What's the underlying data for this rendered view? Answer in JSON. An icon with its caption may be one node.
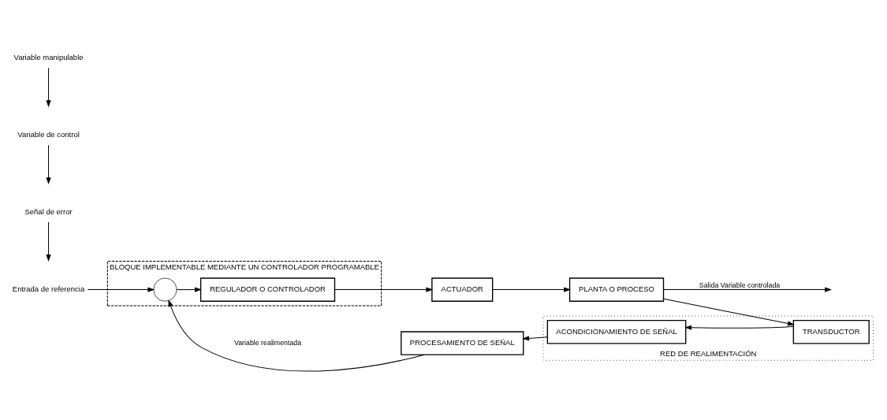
{
  "diagram": {
    "nodes": [
      {
        "text": [
          "BLOQUE IMPLEMENTABLE MEDIANTE UN CONTROLADOR PROGRAMABLE"
        ]
      },
      {
        "text": [
          "RED DE REALIMENTACIÓN"
        ]
      },
      {
        "text": [
          "Entrada de referencia"
        ]
      },
      {
        "text": [],
        "shape": "circle",
        "in": 0
      },
      {
        "text": [
          "REGULADOR O CONTROLADOR"
        ],
        "in": 0
      },
      {
        "text": [
          "ACTUADOR"
        ]
      },
      {
        "text": [
          "PLANTA O PROCESO"
        ]
      },
      {
        "text": [
          "TRANSDUCTOR"
        ],
        "in": 1
      },
      {
        "text": [
          "ACONDICIONAMIENTO DE SEÑAL"
        ],
        "in": 1
      },
      {
        "text": [
          "PROCESAMIENTO DE SEÑAL"
        ]
      },
      {
        "text": [
          "Señal de error"
        ]
      },
      {
        "text": [
          "Variable de control"
        ]
      },
      {
        "text": [
          "Variable manipulable"
        ]
      }
    ],
    "edges": [
      {
        "from": 2,
        "to": 3,
        "arrow": "to"
      },
      {
        "from": 3,
        "to": 4,
        "arrow": "to"
      },
      {
        "from": 4,
        "to": 5,
        "arrow": "to"
      },
      {
        "from": 5,
        "to": 6,
        "arrow": "to"
      },
      {
        "from": 6,
        "to": null,
        "arrow": "to",
        "label": "Salida Variable controlada"
      },
      {
        "from": 6,
        "to": 7,
        "arrow": "to"
      },
      {
        "from": 7,
        "to": 8,
        "arrow": "to"
      },
      {
        "from": 8,
        "to": 9,
        "arrow": "to"
      },
      {
        "from": 9,
        "to": 3,
        "arrow": "to",
        "label": "Variable realimentada"
      },
      {
        "from": 10,
        "to": null,
        "arrow": "to"
      },
      {
        "from": 11,
        "to": null,
        "arrow": "to"
      },
      {
        "from": 12,
        "to": null,
        "arrow": "to"
      }
    ]
  }
}
